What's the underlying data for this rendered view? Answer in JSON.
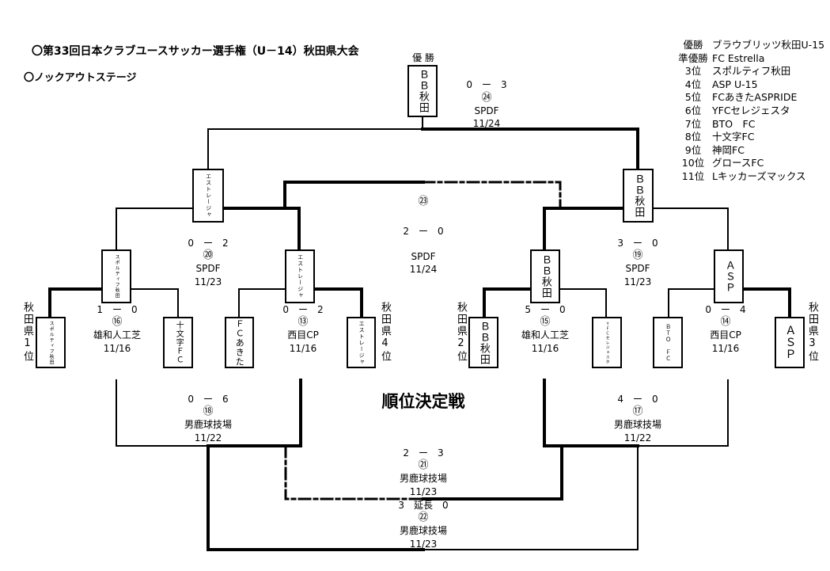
{
  "title": "〇第33回日本クラブユースサッカー選手権（U－14）秋田県大会",
  "subtitle": "〇ノックアウトステージ",
  "champion_label": "優 勝",
  "section_label": "順位決定戦",
  "boxes": {
    "final_winner": "ＢＢ秋田",
    "semi_left": "エストレージャ",
    "semi_right": "ＢＢ秋田",
    "qf1": "スポルティフ秋田",
    "qf2": "エストレージャ",
    "qf3": "ＢＢ秋田",
    "qf4": "ＡＳＰ",
    "r1": "スポルティフ秋田",
    "r2": "十文字ＦＣ",
    "r3": "ＦＣあきた",
    "r4": "エストレージャ",
    "r5": "ＢＢ秋田",
    "r6": "ＹＦＣセレジェスタ",
    "r7": "ＢＴＯ　ＦＣ",
    "r8": "ＡＳＰ"
  },
  "seeds": {
    "s1": "秋田県1位",
    "s4": "秋田県4位",
    "s2": "秋田県2位",
    "s3": "秋田県3位"
  },
  "matches": {
    "m24": {
      "score": "0　ー　3",
      "no": "㉔",
      "venue": "SPDF",
      "date": "11/24"
    },
    "m23": {
      "score": "2　ー　0",
      "no": "㉓",
      "venue": "SPDF",
      "date": "11/24"
    },
    "m20": {
      "score": "0　ー　2",
      "no": "⑳",
      "venue": "SPDF",
      "date": "11/23"
    },
    "m19": {
      "score": "3　ー　0",
      "no": "⑲",
      "venue": "SPDF",
      "date": "11/23"
    },
    "m16": {
      "score": "1　ー　0",
      "no": "⑯",
      "venue": "雄和人工芝",
      "date": "11/16"
    },
    "m13": {
      "score": "0　ー　2",
      "no": "⑬",
      "venue": "西目CP",
      "date": "11/16"
    },
    "m15": {
      "score": "5　ー　0",
      "no": "⑮",
      "venue": "雄和人工芝",
      "date": "11/16"
    },
    "m14": {
      "score": "0　ー　4",
      "no": "⑭",
      "venue": "西目CP",
      "date": "11/16"
    },
    "m18": {
      "score": "0　ー　6",
      "no": "⑱",
      "venue": "男鹿球技場",
      "date": "11/22"
    },
    "m17": {
      "score": "4　ー　0",
      "no": "⑰",
      "venue": "男鹿球技場",
      "date": "11/22"
    },
    "m21": {
      "score": "2　ー　3",
      "no": "㉑",
      "venue": "男鹿球技場",
      "date": "11/23"
    },
    "m22": {
      "score": "3　延長　0",
      "no": "㉒",
      "venue": "男鹿球技場",
      "date": "11/23"
    }
  },
  "results": [
    {
      "pos": "優勝",
      "team": "ブラウブリッツ秋田U-15"
    },
    {
      "pos": "準優勝",
      "team": "FC Estrella"
    },
    {
      "pos": "3位",
      "team": "スポルティフ秋田"
    },
    {
      "pos": "4位",
      "team": "ASP U-15"
    },
    {
      "pos": "5位",
      "team": "FCあきたASPRIDE"
    },
    {
      "pos": "6位",
      "team": "YFCセレジェスタ"
    },
    {
      "pos": "7位",
      "team": "BTO　FC"
    },
    {
      "pos": "8位",
      "team": "十文字FC"
    },
    {
      "pos": "9位",
      "team": "神岡FC"
    },
    {
      "pos": "10位",
      "team": "グロースFC"
    },
    {
      "pos": "11位",
      "team": "Lキッカーズマックス"
    }
  ]
}
